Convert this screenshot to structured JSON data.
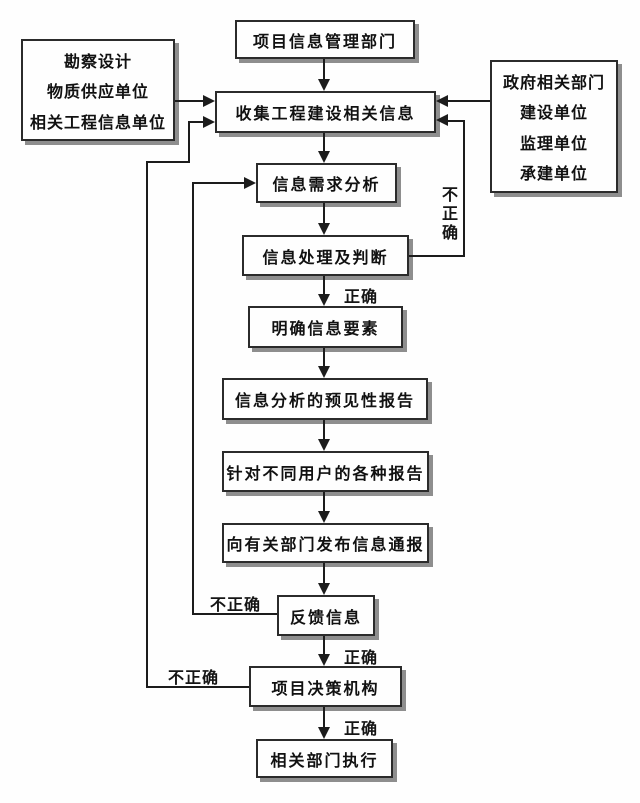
{
  "flowchart": {
    "nodes": {
      "project_info_dept": "项目信息管理部门",
      "collect_info": "收集工程建设相关信息",
      "demand_analysis": "信息需求分析",
      "process_judge": "信息处理及判断",
      "clarify_elements": "明确信息要素",
      "predictive_report": "信息分析的预见性报告",
      "user_reports": "针对不同用户的各种报告",
      "publish_notice": "向有关部门发布信息通报",
      "feedback": "反馈信息",
      "decision_body": "项目决策机构",
      "execute": "相关部门执行"
    },
    "left_sources": [
      "勘察设计",
      "物质供应单位",
      "相关工程信息单位"
    ],
    "right_sources": [
      "政府相关部门",
      "建设单位",
      "监理单位",
      "承建单位"
    ],
    "labels": {
      "correct_after_judge": "正确",
      "correct_after_feedback": "正确",
      "correct_after_decision": "正确",
      "incorrect_right_loop": "不正确",
      "incorrect_feedback_loop": "不正确",
      "incorrect_decision_loop": "不正确"
    },
    "colors": {
      "line": "#1c1c1c",
      "box_border": "#2b2b2b",
      "box_fill": "#fefefe",
      "box_shadow": "#8e8e8e",
      "text": "#111111",
      "background": "#fefefe"
    }
  }
}
